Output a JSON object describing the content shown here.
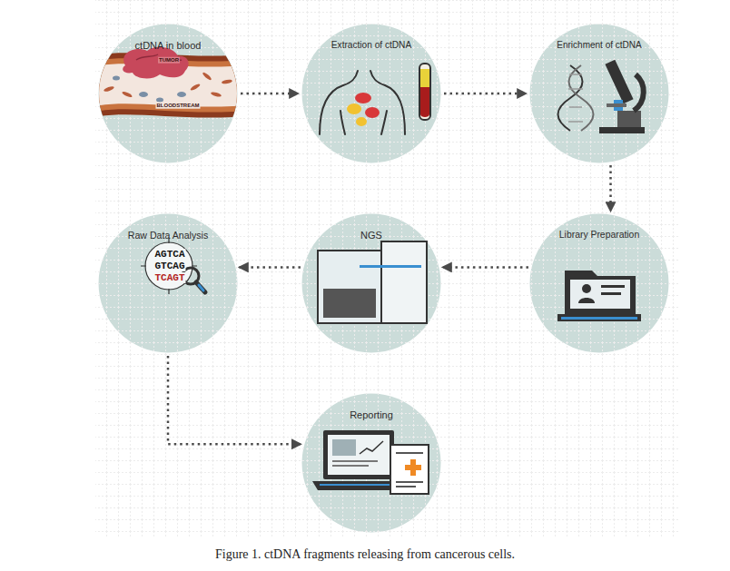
{
  "diagram": {
    "caption": "Figure 1. ctDNA fragments releasing from cancerous cells.",
    "nodes": [
      {
        "text": [
          "ctDNA in blood"
        ]
      },
      {
        "text": [
          "Extraction of ctDNA"
        ]
      },
      {
        "text": [
          "Enrichment of ctDNA"
        ]
      },
      {
        "text": [
          "Library Preparation"
        ]
      },
      {
        "text": [
          "NGS"
        ]
      },
      {
        "text": [
          "Raw Data Analysis"
        ]
      },
      {
        "text": [
          "Reporting"
        ]
      }
    ],
    "edges": [
      {
        "from": 0,
        "to": 1,
        "arrow": "to"
      },
      {
        "from": 1,
        "to": 2,
        "arrow": "to"
      },
      {
        "from": 2,
        "to": 3,
        "arrow": "to"
      },
      {
        "from": 3,
        "to": 4,
        "arrow": "to"
      },
      {
        "from": 4,
        "to": 5,
        "arrow": "to"
      },
      {
        "from": 5,
        "to": 6,
        "arrow": "to"
      }
    ],
    "labels": [
      "TUMOR",
      "BLOODSTREAM",
      "AGTCA",
      "GTCAG",
      "TCAGT"
    ]
  }
}
